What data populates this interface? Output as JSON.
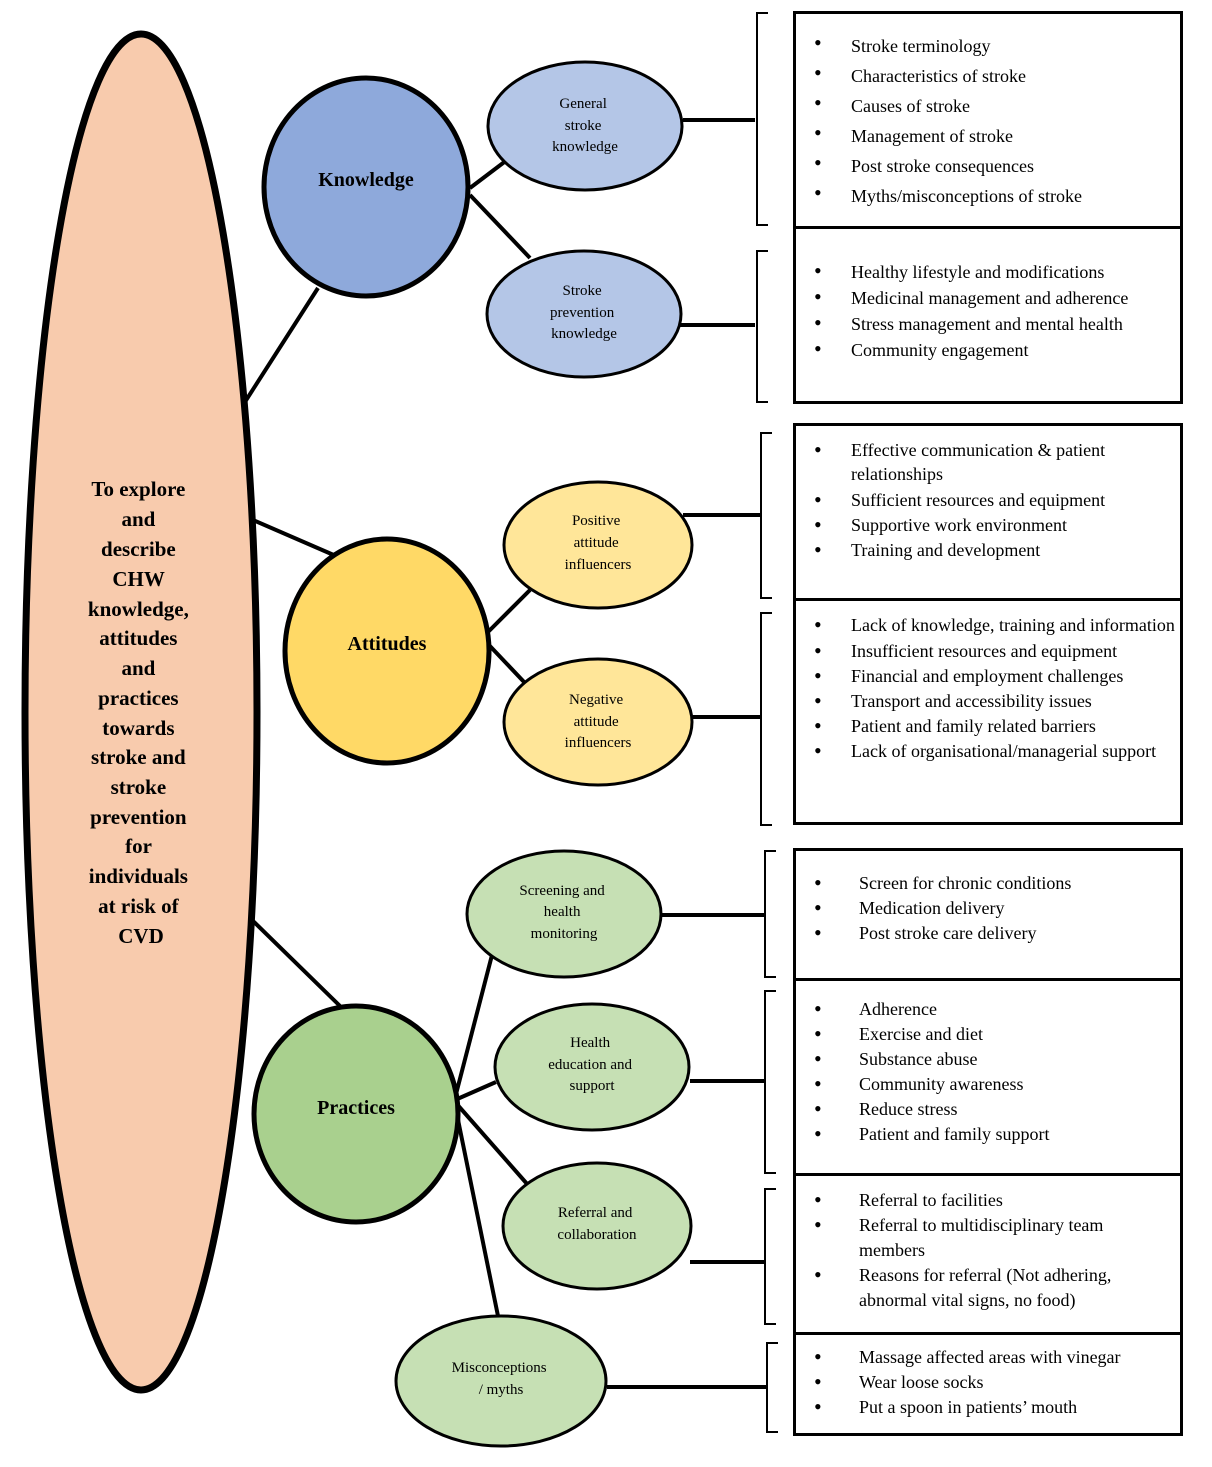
{
  "colors": {
    "main": "#F8CBAD",
    "knowledge": "#8EA9DB",
    "knowledge_sub": "#B4C6E7",
    "attitudes": "#FFD966",
    "attitudes_sub": "#FFE699",
    "practices": "#A9D08E",
    "practices_sub": "#C6E0B4"
  },
  "main": {
    "lines": [
      "To explore",
      "and",
      "describe",
      "CHW",
      "knowledge,",
      "attitudes",
      "and",
      "practices",
      "towards",
      "stroke and",
      "stroke",
      "prevention",
      "for",
      "individuals",
      "at risk of",
      "CVD"
    ]
  },
  "themes": {
    "knowledge": "Knowledge",
    "attitudes": "Attitudes",
    "practices": "Practices"
  },
  "subthemes": {
    "general": [
      "General",
      "stroke",
      "knowledge"
    ],
    "prevention": [
      "Stroke",
      "prevention",
      "knowledge"
    ],
    "positive": [
      "Positive",
      "attitude",
      "influencers"
    ],
    "negative": [
      "Negative",
      "attitude",
      "influencers"
    ],
    "screening": [
      "Screening and",
      "health",
      "monitoring"
    ],
    "education": [
      "Health",
      "education and",
      "support"
    ],
    "referral": [
      "Referral and",
      "collaboration"
    ],
    "myths": [
      "Misconceptions",
      "/ myths"
    ]
  },
  "boxes": {
    "general": [
      "Stroke terminology",
      "Characteristics of stroke",
      "Causes of stroke",
      "Management of stroke",
      "Post stroke consequences",
      "Myths/misconceptions of stroke"
    ],
    "prevention": [
      "Healthy lifestyle and modifications",
      "Medicinal management and adherence",
      "Stress management and mental health",
      "Community engagement"
    ],
    "positive": [
      "Effective communication & patient relationships",
      "Sufficient resources and equipment",
      "Supportive work environment",
      "Training and development"
    ],
    "negative": [
      "Lack of knowledge, training and information",
      "Insufficient resources and equipment",
      "Financial and employment challenges",
      "Transport and accessibility issues",
      "Patient and family related barriers",
      "Lack of organisational/managerial support"
    ],
    "screening": [
      "Screen for chronic conditions",
      "Medication delivery",
      "Post stroke care delivery"
    ],
    "education": [
      "Adherence",
      "Exercise and diet",
      "Substance abuse",
      "Community awareness",
      "Reduce stress",
      "Patient and family support"
    ],
    "referral": [
      "Referral to facilities",
      "Referral to multidisciplinary team members",
      "Reasons for referral (Not adhering, abnormal vital signs, no food)"
    ],
    "myths": [
      "Massage affected areas with vinegar",
      "Wear loose socks",
      "Put a spoon in patients’ mouth"
    ]
  }
}
